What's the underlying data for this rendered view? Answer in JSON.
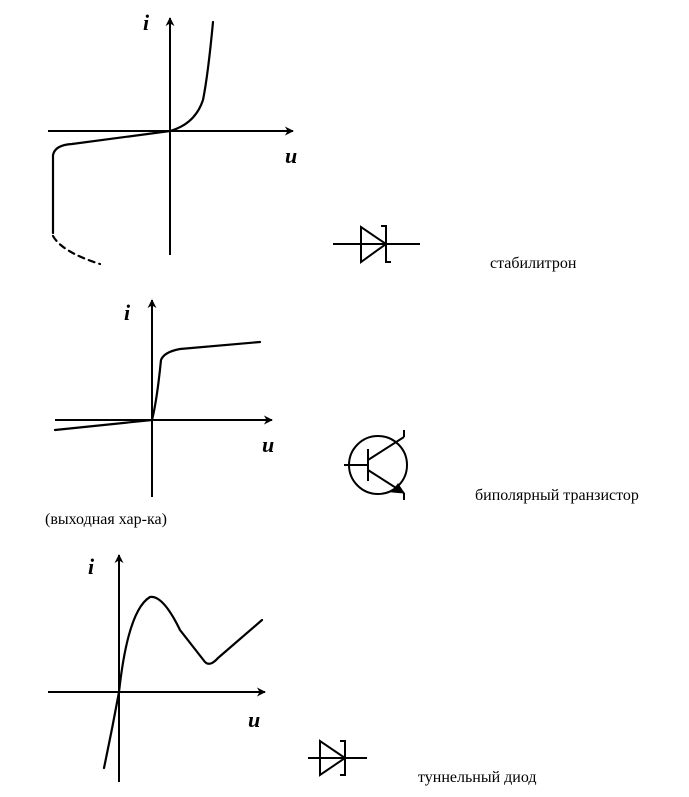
{
  "sections": [
    {
      "id": "zener",
      "y_label": "i",
      "x_label": "u",
      "name": "стабилитрон",
      "note": ""
    },
    {
      "id": "bjt",
      "y_label": "i",
      "x_label": "u",
      "name": "биполярный транзистор",
      "note": "(выходная хар-ка)"
    },
    {
      "id": "tunnel",
      "y_label": "i",
      "x_label": "u",
      "name": "туннельный диод",
      "note": ""
    }
  ]
}
